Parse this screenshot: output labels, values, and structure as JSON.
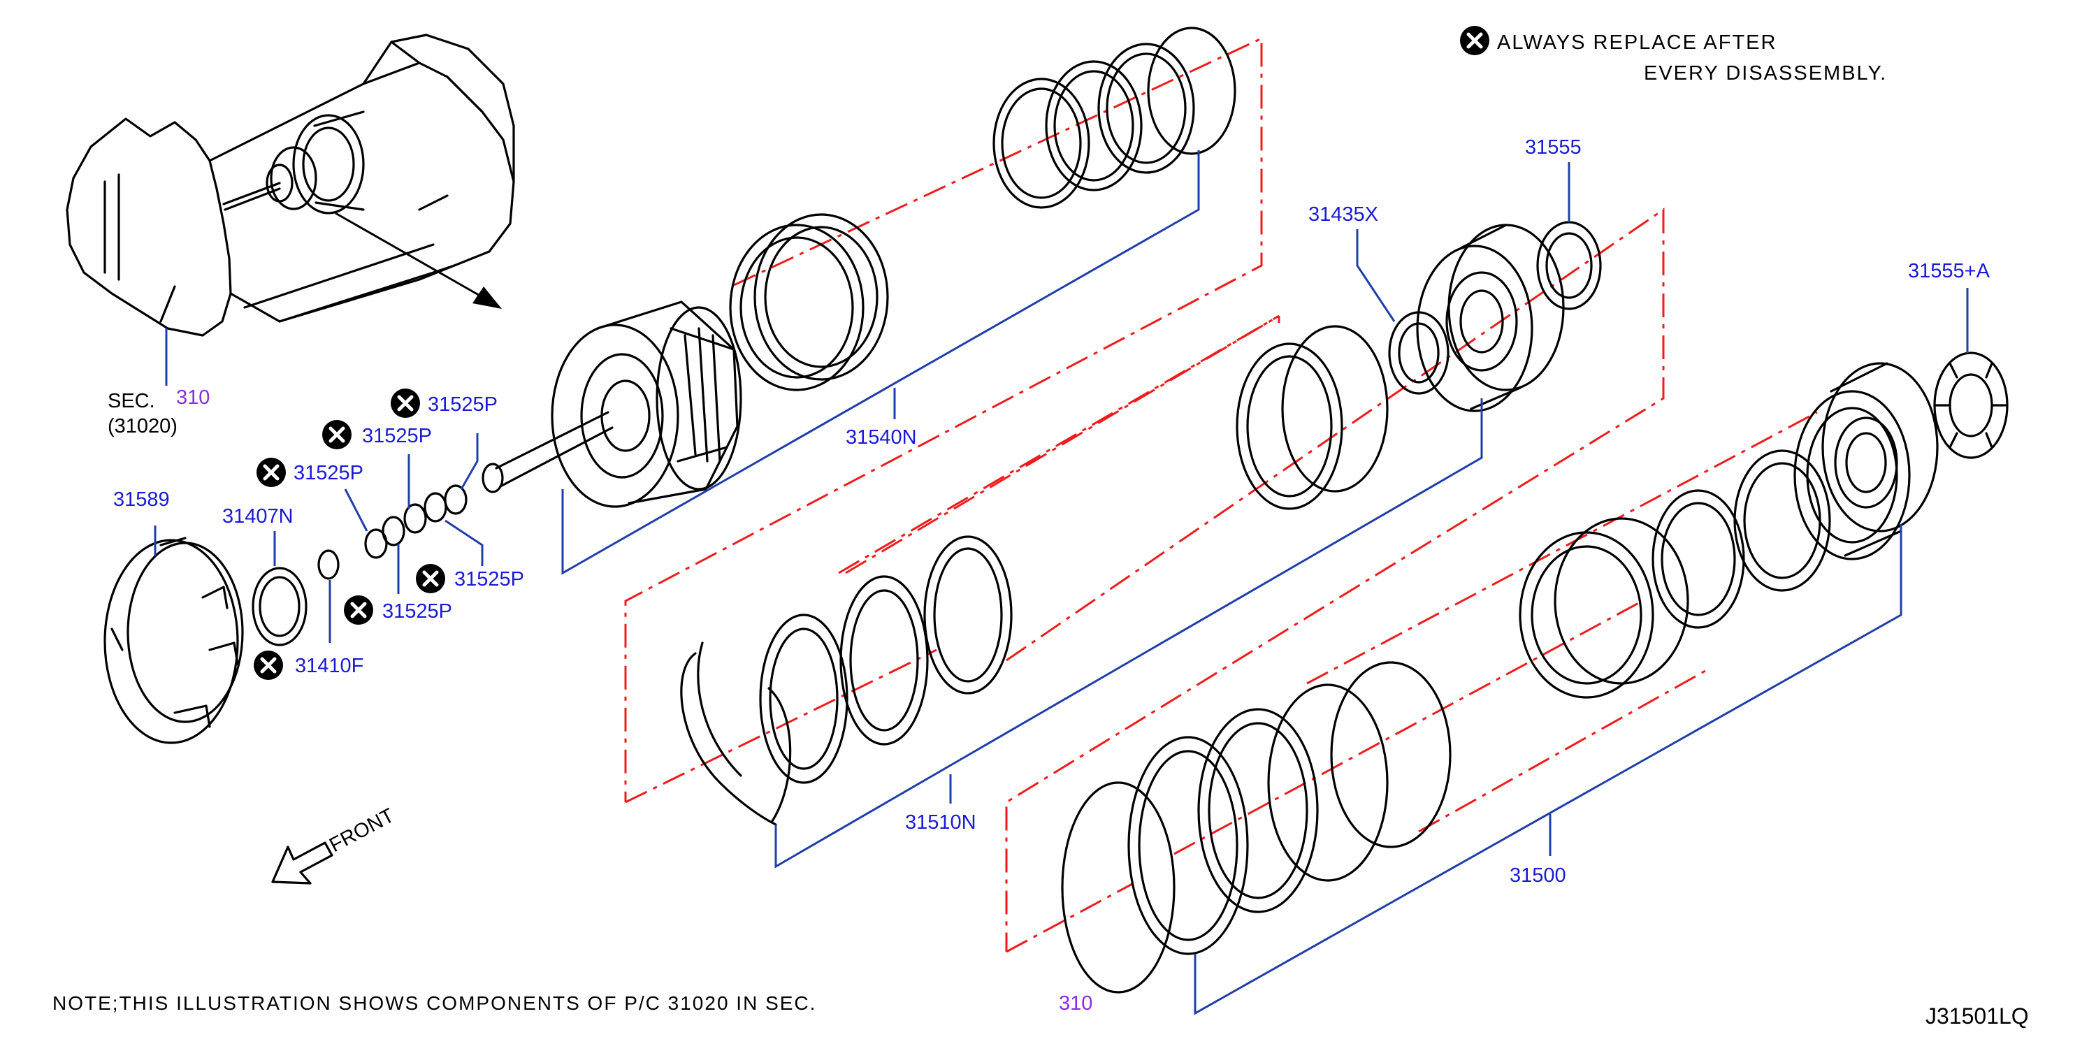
{
  "replace_note": {
    "line1": "ALWAYS  REPLACE  AFTER",
    "line2": "EVERY  DISASSEMBLY."
  },
  "labels": {
    "p31540N": "31540N",
    "p31555": "31555",
    "p31435X": "31435X",
    "p31555A": "31555+A",
    "p31589": "31589",
    "p31407N": "31407N",
    "p31410F": "31410F",
    "p31525P": "31525P",
    "p31510N": "31510N",
    "p31500": "31500"
  },
  "sec_ref": {
    "sec": "SEC.",
    "num": "310",
    "pc": "(31020)"
  },
  "front_label": "FRONT",
  "note": {
    "text": "NOTE;THIS  ILLUSTRATION  SHOWS  COMPONENTS  OF  P/C  31020  IN  SEC.",
    "sec": "310"
  },
  "diagram_code": "J31501LQ",
  "colors": {
    "label": "#1a1ad6",
    "leader": "#1f3fa8",
    "phantom": "#ee1c1c",
    "sec_ref": "#8a2be2"
  },
  "icons": {
    "replace": "circle-x-icon",
    "direction": "outlined-arrow-icon"
  }
}
